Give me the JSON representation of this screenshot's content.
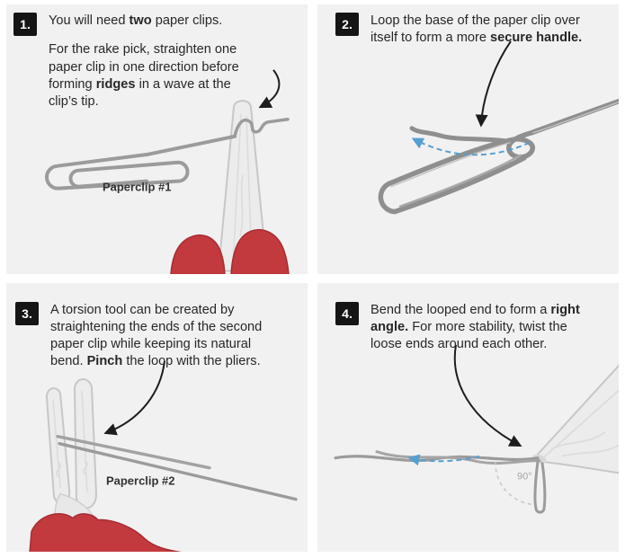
{
  "colors": {
    "page_background": "#ffffff",
    "panel_background": "#f1f1f2",
    "badge_background": "#151515",
    "badge_text": "#ffffff",
    "body_text": "#272727",
    "wire_gray": "#9b9b9b",
    "pliers_fill": "#ececed",
    "pliers_stroke": "#c7c7c7",
    "handle_red": "#c23a3e",
    "handle_red_stroke": "#a62d31",
    "arrow_black": "#1d1d1d",
    "arrow_blue": "#569fd0",
    "dash_gray": "#c6c6c6",
    "angle_text": "#a5a5a5"
  },
  "steps": [
    {
      "number": "1.",
      "paragraphs": [
        [
          {
            "t": "You will need ",
            "b": false
          },
          {
            "t": "two",
            "b": true
          },
          {
            "t": " paper clips.",
            "b": false
          }
        ],
        [
          {
            "t": "For the rake pick, straighten one paper clip in one direction before forming ",
            "b": false
          },
          {
            "t": "ridges",
            "b": true
          },
          {
            "t": " in a wave at the clip’s tip.",
            "b": false
          }
        ]
      ],
      "label": "Paperclip #1"
    },
    {
      "number": "2.",
      "paragraphs": [
        [
          {
            "t": "Loop the base of the paper clip over itself to form a more ",
            "b": false
          },
          {
            "t": "secure handle.",
            "b": true
          }
        ]
      ]
    },
    {
      "number": "3.",
      "paragraphs": [
        [
          {
            "t": "A torsion tool can be created by straightening the ends of the second paper clip while keeping its natural bend. ",
            "b": false
          },
          {
            "t": "Pinch",
            "b": true
          },
          {
            "t": " the loop with the pliers.",
            "b": false
          }
        ]
      ],
      "label": "Paperclip #2"
    },
    {
      "number": "4.",
      "paragraphs": [
        [
          {
            "t": "Bend the looped end to form a ",
            "b": false
          },
          {
            "t": "right angle.",
            "b": true
          },
          {
            "t": " For more stability, twist the loose ends around each other.",
            "b": false
          }
        ]
      ],
      "angle_label": "90°"
    }
  ]
}
